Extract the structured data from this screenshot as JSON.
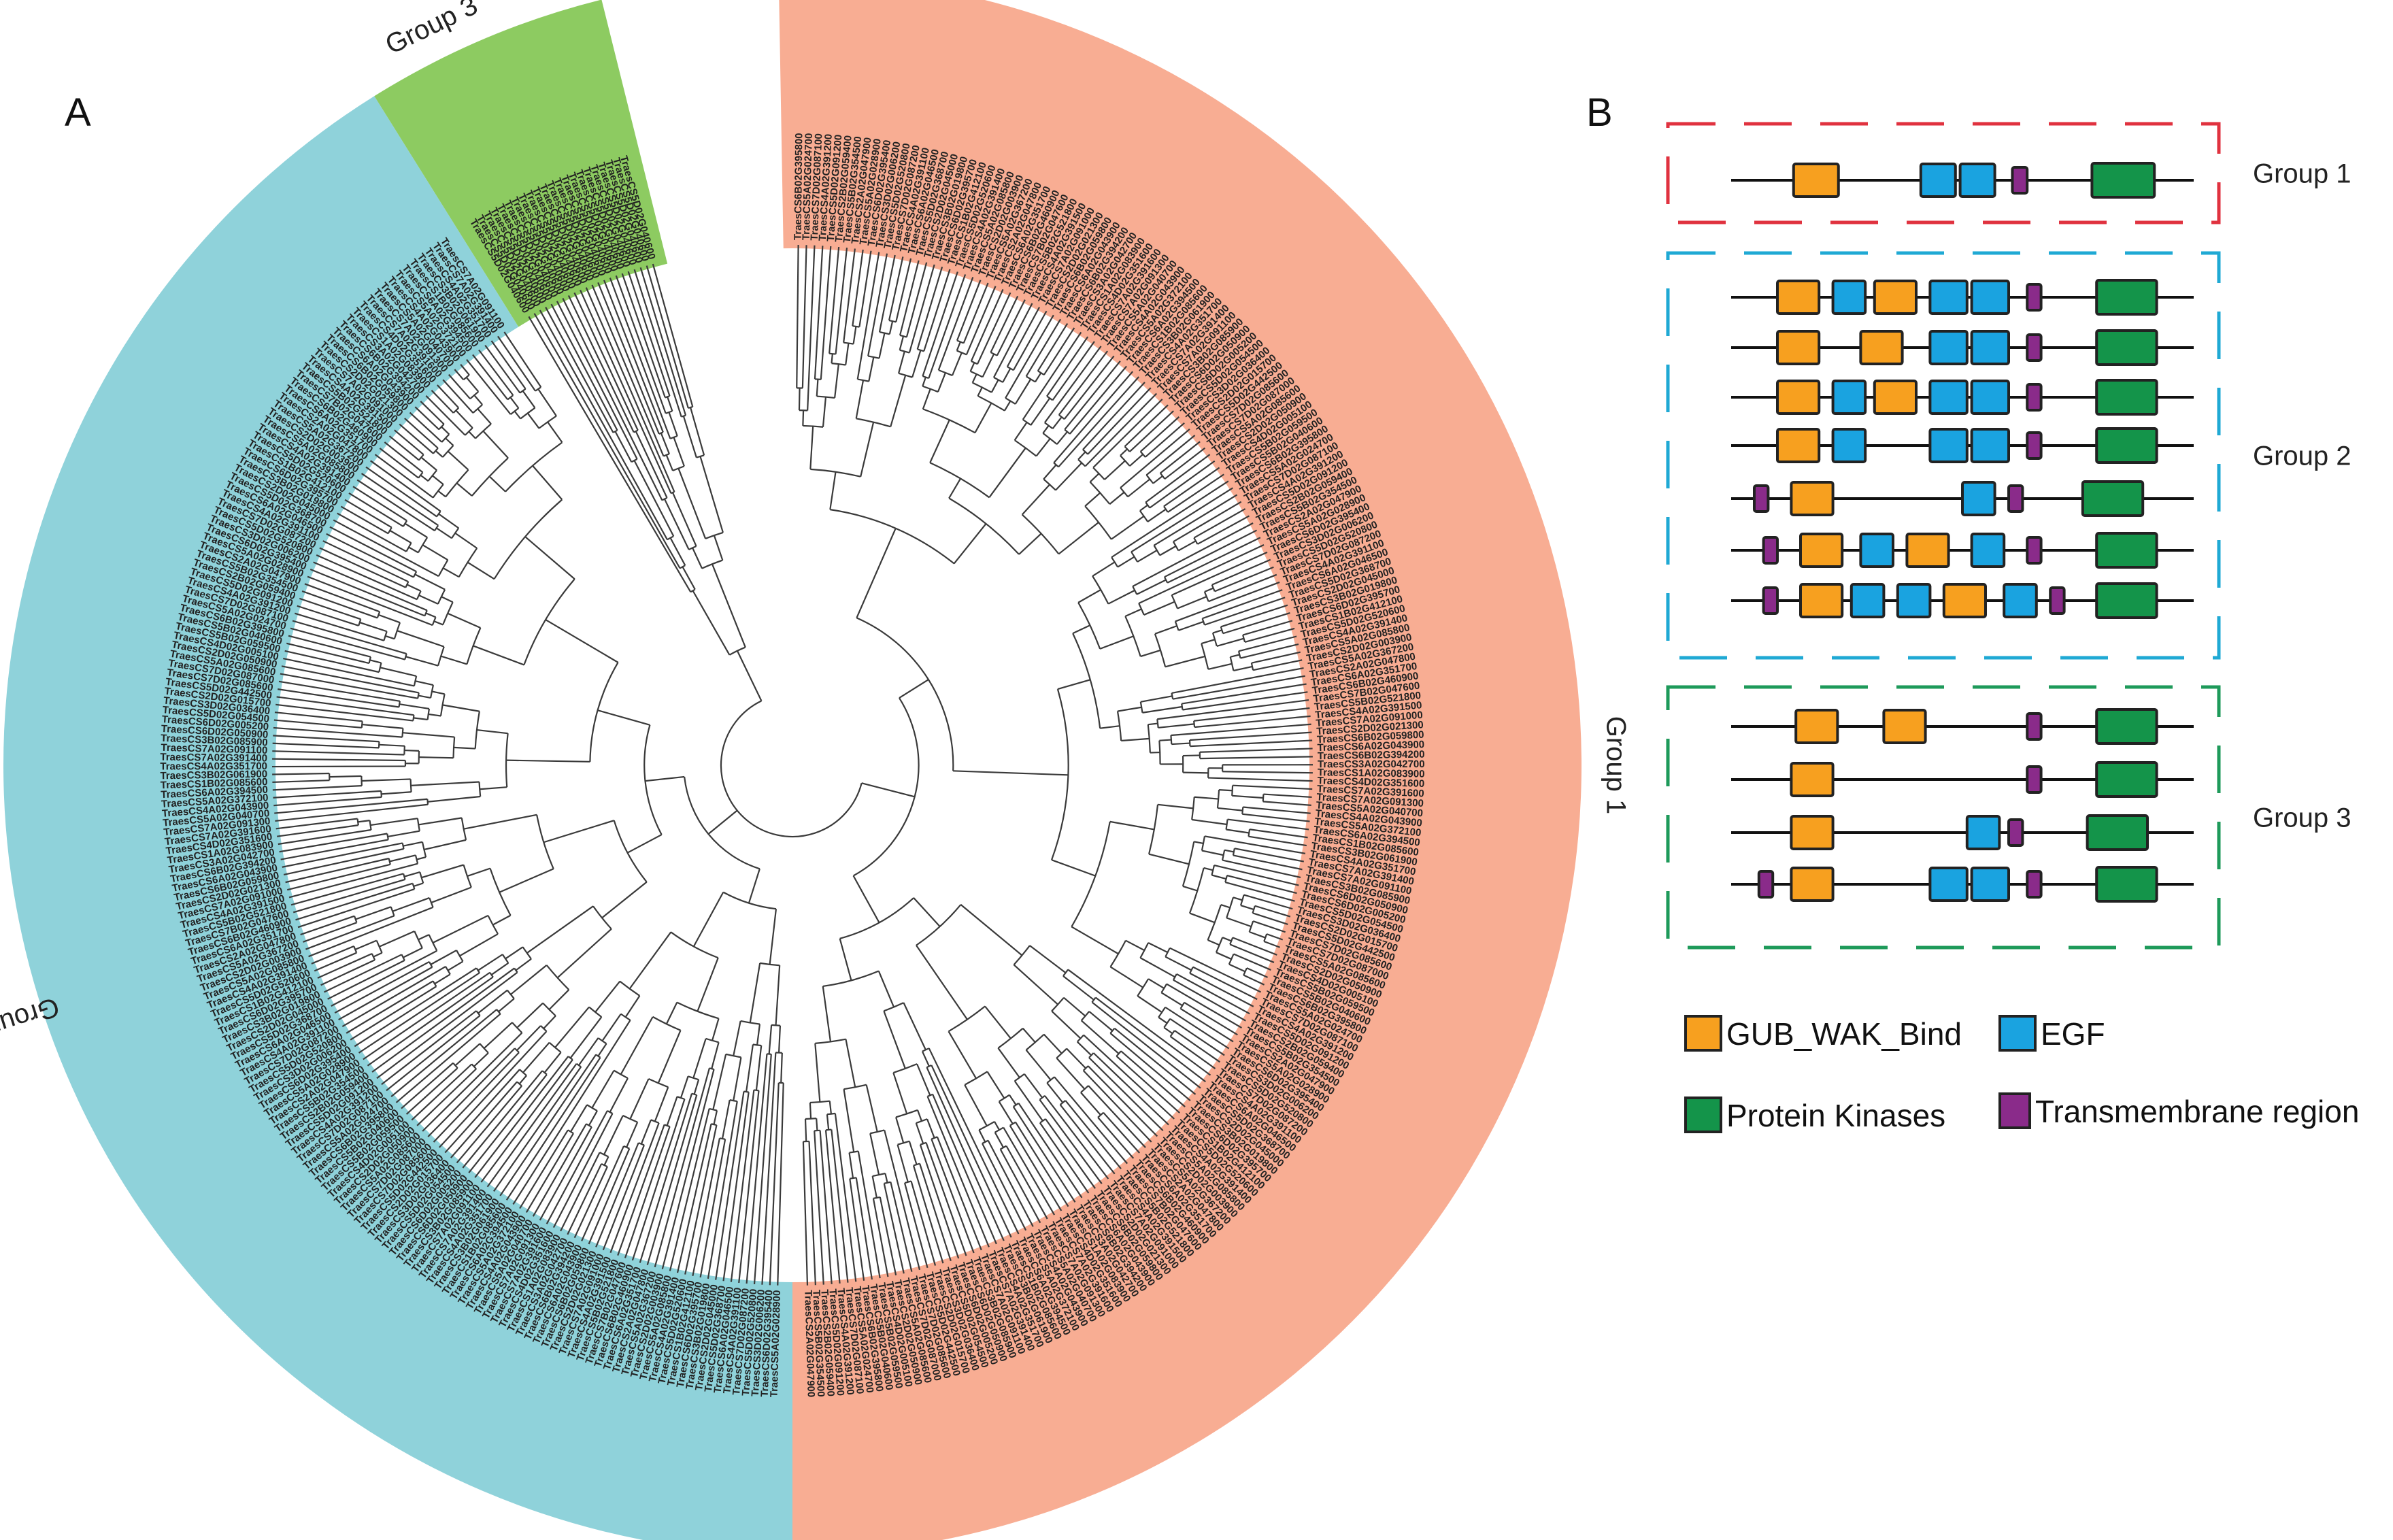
{
  "panels": {
    "a": "A",
    "b": "B"
  },
  "tree": {
    "groups": [
      {
        "id": "group1",
        "label": "Group 1",
        "color": "#f8ad93",
        "start_deg": -1,
        "end_deg": 180,
        "label_deg": 90,
        "leaf_count": 200
      },
      {
        "id": "group2",
        "label": "Group 2",
        "color": "#8fd2da",
        "start_deg": 180,
        "end_deg": 328,
        "label_deg": 252,
        "leaf_count": 170
      },
      {
        "id": "group3",
        "label": "Group 3",
        "color": "#8dcb61",
        "start_deg": 328,
        "end_deg": 346,
        "label_deg": 334,
        "leaf_count": 22
      }
    ],
    "sample_leaves": [
      "TraesCS6B02G460900",
      "TraesCS6D02G395700",
      "TraesCS6D02G395400",
      "TraesCS6B02G395800",
      "TraesCS2D02G015700",
      "TraesCS3B02G061900",
      "TraesCS1A02G083900",
      "TraesCS7B02G047600",
      "TraesCS1B02G412100",
      "TraesCS3D02G006200",
      "TraesCS5A02G024700",
      "TraesCS5D02G442500",
      "TraesCS4A02G351700",
      "TraesCS4D02G351600",
      "TraesCS5B02G521800",
      "TraesCS5D02G520600",
      "TraesCS5D02G520800",
      "TraesCS7D02G087100",
      "TraesCS7D02G085600",
      "TraesCS7A02G391400",
      "TraesCS7A02G391600",
      "TraesCS4A02G391500",
      "TraesCS4A02G391400",
      "TraesCS7D02G087200",
      "TraesCS4A02G391200",
      "TraesCS7D02G087000",
      "TraesCS7A02G091100",
      "TraesCS7A02G091300",
      "TraesCS7A02G091000",
      "TraesCS5A02G085800",
      "TraesCS4A02G391100",
      "TraesCS5D02G091200",
      "TraesCS5A02G085600",
      "TraesCS3B02G085900",
      "TraesCS5A02G040700",
      "TraesCS2D02G021300",
      "TraesCS2D02G003900",
      "TraesCS6A02G046500",
      "TraesCS2B02G059400",
      "TraesCS2D02G050900",
      "TraesCS6D02G050900",
      "TraesCS4A02G043900",
      "TraesCS6B02G059800",
      "TraesCS5A02G367200",
      "TraesCS5D02G368700",
      "TraesCS5B02G354500",
      "TraesCS4D02G005100",
      "TraesCS6D02G005200",
      "TraesCS5A02G372100",
      "TraesCS6A02G043900",
      "TraesCS2A02G047800",
      "TraesCS2D02G045000",
      "TraesCS2A02G047900",
      "TraesCS5B02G059500",
      "TraesCS5D02G054500",
      "TraesCS6A02G394500",
      "TraesCS6B02G394200",
      "TraesCS6A02G351700",
      "TraesCS3B02G019800",
      "TraesCS5A02G028900",
      "TraesCS5B02G040600",
      "TraesCS3D02G036400",
      "TraesCS1B02G085600",
      "TraesCS3A02G042700"
    ],
    "leaf_samples_g3": [
      "TraesCS5A02G024800",
      "TraesCS3D02G033100",
      "TraesCS3B02G043300",
      "TraesCS5D02G040600",
      "TraesCS5B02G030300",
      "TraesCS3A02G036600",
      "TraesCS4B02G394000"
    ]
  },
  "domains": {
    "groups": [
      {
        "label": "Group 1",
        "frame_color": "#e0323f",
        "rows": [
          [
            {
              "t": "gub",
              "s": 0.135,
              "e": 0.232
            },
            {
              "t": "egf",
              "s": 0.41,
              "e": 0.485
            },
            {
              "t": "egf",
              "s": 0.495,
              "e": 0.57
            },
            {
              "t": "tm",
              "s": 0.608,
              "e": 0.64
            },
            {
              "t": "pk",
              "s": 0.78,
              "e": 0.915
            }
          ]
        ]
      },
      {
        "label": "Group 2",
        "frame_color": "#1fa9d4",
        "rows": [
          [
            {
              "t": "gub",
              "s": 0.1,
              "e": 0.19
            },
            {
              "t": "egf",
              "s": 0.22,
              "e": 0.29
            },
            {
              "t": "gub",
              "s": 0.31,
              "e": 0.4
            },
            {
              "t": "egf",
              "s": 0.43,
              "e": 0.51
            },
            {
              "t": "egf",
              "s": 0.52,
              "e": 0.6
            },
            {
              "t": "tm",
              "s": 0.64,
              "e": 0.67
            },
            {
              "t": "pk",
              "s": 0.79,
              "e": 0.92
            }
          ],
          [
            {
              "t": "gub",
              "s": 0.1,
              "e": 0.19
            },
            {
              "t": "gub",
              "s": 0.28,
              "e": 0.37
            },
            {
              "t": "egf",
              "s": 0.43,
              "e": 0.51
            },
            {
              "t": "egf",
              "s": 0.52,
              "e": 0.6
            },
            {
              "t": "tm",
              "s": 0.64,
              "e": 0.67
            },
            {
              "t": "pk",
              "s": 0.79,
              "e": 0.92
            }
          ],
          [
            {
              "t": "gub",
              "s": 0.1,
              "e": 0.19
            },
            {
              "t": "egf",
              "s": 0.22,
              "e": 0.29
            },
            {
              "t": "gub",
              "s": 0.31,
              "e": 0.4
            },
            {
              "t": "egf",
              "s": 0.43,
              "e": 0.51
            },
            {
              "t": "egf",
              "s": 0.52,
              "e": 0.6
            },
            {
              "t": "tm",
              "s": 0.64,
              "e": 0.67
            },
            {
              "t": "pk",
              "s": 0.79,
              "e": 0.92
            }
          ],
          [
            {
              "t": "gub",
              "s": 0.1,
              "e": 0.19
            },
            {
              "t": "egf",
              "s": 0.22,
              "e": 0.29
            },
            {
              "t": "egf",
              "s": 0.43,
              "e": 0.51
            },
            {
              "t": "egf",
              "s": 0.52,
              "e": 0.6
            },
            {
              "t": "tm",
              "s": 0.64,
              "e": 0.67
            },
            {
              "t": "pk",
              "s": 0.79,
              "e": 0.92
            }
          ],
          [
            {
              "t": "tm",
              "s": 0.05,
              "e": 0.08
            },
            {
              "t": "gub",
              "s": 0.13,
              "e": 0.22
            },
            {
              "t": "egf",
              "s": 0.5,
              "e": 0.57
            },
            {
              "t": "tm",
              "s": 0.6,
              "e": 0.63
            },
            {
              "t": "pk",
              "s": 0.76,
              "e": 0.89
            }
          ],
          [
            {
              "t": "tm",
              "s": 0.07,
              "e": 0.1
            },
            {
              "t": "gub",
              "s": 0.15,
              "e": 0.24
            },
            {
              "t": "egf",
              "s": 0.28,
              "e": 0.35
            },
            {
              "t": "gub",
              "s": 0.38,
              "e": 0.47
            },
            {
              "t": "egf",
              "s": 0.52,
              "e": 0.59
            },
            {
              "t": "tm",
              "s": 0.64,
              "e": 0.67
            },
            {
              "t": "pk",
              "s": 0.79,
              "e": 0.92
            }
          ],
          [
            {
              "t": "tm",
              "s": 0.07,
              "e": 0.1
            },
            {
              "t": "gub",
              "s": 0.15,
              "e": 0.24
            },
            {
              "t": "egf",
              "s": 0.26,
              "e": 0.33
            },
            {
              "t": "egf",
              "s": 0.36,
              "e": 0.43
            },
            {
              "t": "gub",
              "s": 0.46,
              "e": 0.55
            },
            {
              "t": "egf",
              "s": 0.59,
              "e": 0.66
            },
            {
              "t": "tm",
              "s": 0.69,
              "e": 0.72
            },
            {
              "t": "pk",
              "s": 0.79,
              "e": 0.92
            }
          ]
        ]
      },
      {
        "label": "Group 3",
        "frame_color": "#1e9a5a",
        "rows": [
          [
            {
              "t": "gub",
              "s": 0.14,
              "e": 0.23
            },
            {
              "t": "gub",
              "s": 0.33,
              "e": 0.42
            },
            {
              "t": "tm",
              "s": 0.64,
              "e": 0.67
            },
            {
              "t": "pk",
              "s": 0.79,
              "e": 0.92
            }
          ],
          [
            {
              "t": "gub",
              "s": 0.13,
              "e": 0.22
            },
            {
              "t": "tm",
              "s": 0.64,
              "e": 0.67
            },
            {
              "t": "pk",
              "s": 0.79,
              "e": 0.92
            }
          ],
          [
            {
              "t": "gub",
              "s": 0.13,
              "e": 0.22
            },
            {
              "t": "egf",
              "s": 0.51,
              "e": 0.58
            },
            {
              "t": "tm",
              "s": 0.6,
              "e": 0.63
            },
            {
              "t": "pk",
              "s": 0.77,
              "e": 0.9
            }
          ],
          [
            {
              "t": "tm",
              "s": 0.06,
              "e": 0.09
            },
            {
              "t": "gub",
              "s": 0.13,
              "e": 0.22
            },
            {
              "t": "egf",
              "s": 0.43,
              "e": 0.51
            },
            {
              "t": "egf",
              "s": 0.52,
              "e": 0.6
            },
            {
              "t": "tm",
              "s": 0.64,
              "e": 0.67
            },
            {
              "t": "pk",
              "s": 0.79,
              "e": 0.92
            }
          ]
        ]
      }
    ],
    "legend": [
      {
        "t": "gub",
        "label": "GUB_WAK_Bind",
        "color": "#f7a01f"
      },
      {
        "t": "egf",
        "label": "EGF",
        "color": "#1aa3e0"
      },
      {
        "t": "pk",
        "label": "Protein Kinases",
        "color": "#14944a"
      },
      {
        "t": "tm",
        "label": "Transmembrane region",
        "color": "#8a2b8a"
      }
    ]
  }
}
